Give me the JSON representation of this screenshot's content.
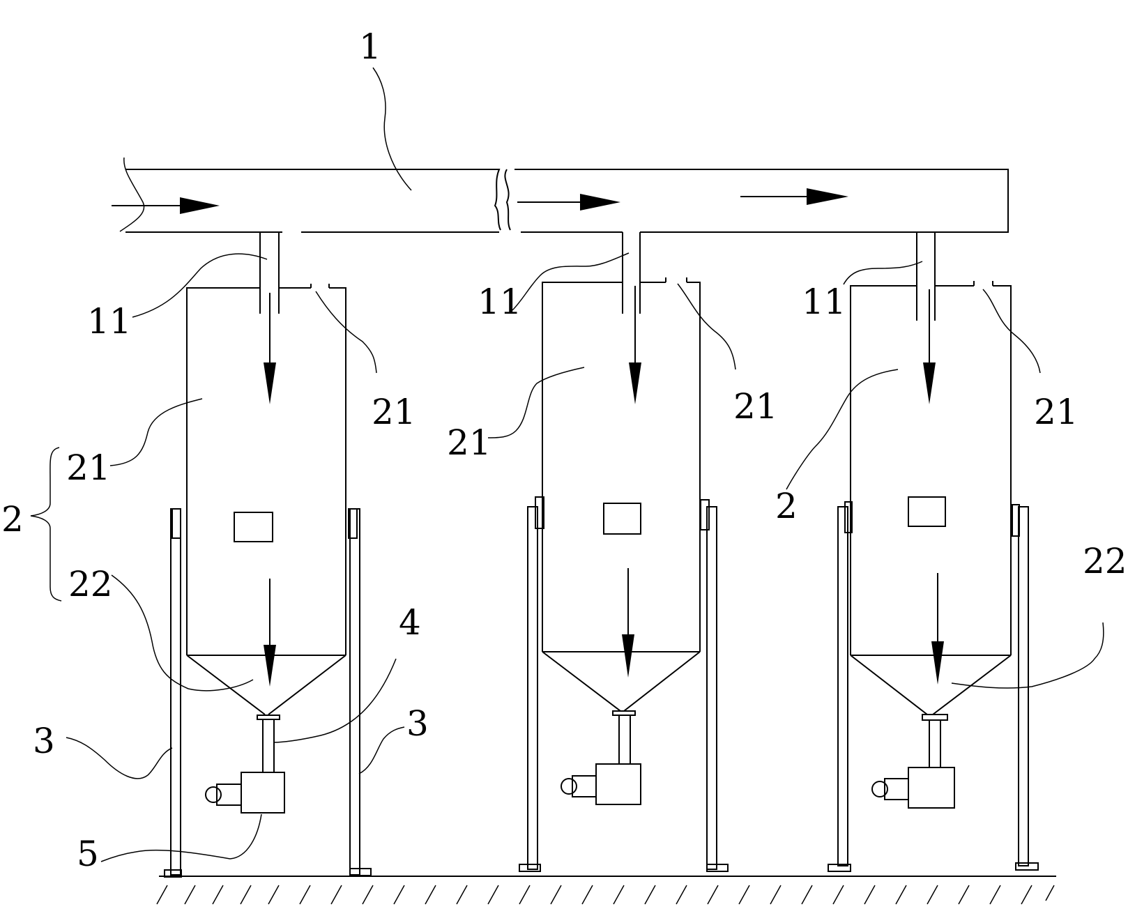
{
  "labels": {
    "pipe": "1",
    "branch": "11",
    "cylinder": "21",
    "tank": "2",
    "cone": "22",
    "leg": "3",
    "tube": "4",
    "motor": "5"
  }
}
